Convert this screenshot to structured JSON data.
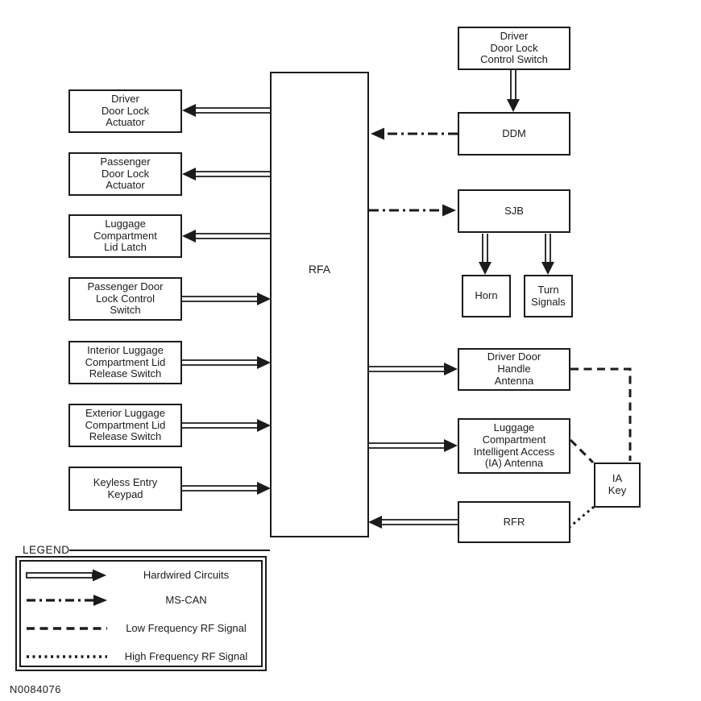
{
  "diagram": {
    "title_hint": "RFA keyless entry system block diagram",
    "colors": {
      "line": "#1b1b1b",
      "background": "#ffffff"
    },
    "nodes": {
      "rfa": "RFA",
      "driver_door_lock_actuator": "Driver\nDoor Lock\nActuator",
      "passenger_door_lock_actuator": "Passenger\nDoor Lock\nActuator",
      "luggage_compartment_lid_latch": "Luggage\nCompartment\nLid Latch",
      "passenger_door_lock_control_switch": "Passenger Door\nLock Control\nSwitch",
      "interior_luggage_release_switch": "Interior Luggage\nCompartment Lid\nRelease Switch",
      "exterior_luggage_release_switch": "Exterior Luggage\nCompartment Lid\nRelease Switch",
      "keyless_entry_keypad": "Keyless Entry\nKeypad",
      "driver_door_lock_control_switch": "Driver\nDoor Lock\nControl Switch",
      "ddm": "DDM",
      "sjb": "SJB",
      "horn": "Horn",
      "turn_signals": "Turn\nSignals",
      "driver_door_handle_antenna": "Driver Door\nHandle\nAntenna",
      "luggage_ia_antenna": "Luggage\nCompartment\nIntelligent Access\n(IA) Antenna",
      "rfr": "RFR",
      "ia_key": "IA\nKey"
    },
    "connections": [
      {
        "from": "RFA",
        "to": "Driver Door Lock Actuator",
        "type": "hardwired"
      },
      {
        "from": "RFA",
        "to": "Passenger Door Lock Actuator",
        "type": "hardwired"
      },
      {
        "from": "RFA",
        "to": "Luggage Compartment Lid Latch",
        "type": "hardwired"
      },
      {
        "from": "Passenger Door Lock Control Switch",
        "to": "RFA",
        "type": "hardwired"
      },
      {
        "from": "Interior Luggage Compartment Lid Release Switch",
        "to": "RFA",
        "type": "hardwired"
      },
      {
        "from": "Exterior Luggage Compartment Lid Release Switch",
        "to": "RFA",
        "type": "hardwired"
      },
      {
        "from": "Keyless Entry Keypad",
        "to": "RFA",
        "type": "hardwired"
      },
      {
        "from": "Driver Door Lock Control Switch",
        "to": "DDM",
        "type": "hardwired"
      },
      {
        "from": "DDM",
        "to": "RFA",
        "type": "ms-can"
      },
      {
        "from": "RFA",
        "to": "SJB",
        "type": "ms-can"
      },
      {
        "from": "SJB",
        "to": "Horn",
        "type": "hardwired"
      },
      {
        "from": "SJB",
        "to": "Turn Signals",
        "type": "hardwired"
      },
      {
        "from": "RFA",
        "to": "Driver Door Handle Antenna",
        "type": "hardwired"
      },
      {
        "from": "RFA",
        "to": "Luggage Compartment Intelligent Access (IA) Antenna",
        "type": "hardwired"
      },
      {
        "from": "RFR",
        "to": "RFA",
        "type": "hardwired"
      },
      {
        "from": "Driver Door Handle Antenna",
        "to": "IA Key",
        "type": "low-frequency-rf"
      },
      {
        "from": "Luggage Compartment Intelligent Access (IA) Antenna",
        "to": "IA Key",
        "type": "low-frequency-rf"
      },
      {
        "from": "IA Key",
        "to": "RFR",
        "type": "high-frequency-rf"
      }
    ],
    "legend": {
      "title": "LEGEND",
      "items": [
        {
          "type": "hardwired",
          "label": "Hardwired Circuits"
        },
        {
          "type": "ms-can",
          "label": "MS-CAN"
        },
        {
          "type": "low-frequency-rf",
          "label": "Low Frequency RF Signal"
        },
        {
          "type": "high-frequency-rf",
          "label": "High Frequency RF Signal"
        }
      ]
    },
    "figure_id": "N0084076"
  }
}
